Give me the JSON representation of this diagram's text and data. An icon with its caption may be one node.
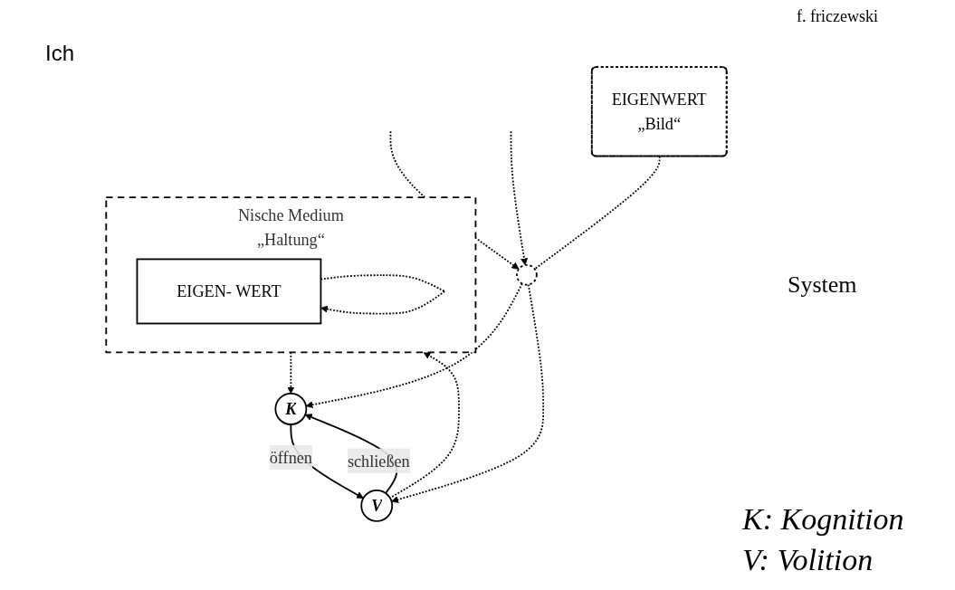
{
  "diagram": {
    "nodes": [
      {
        "text": [
          "Nische Medium",
          "„Haltung“"
        ]
      },
      {
        "text": [
          "EIGEN- WERT"
        ],
        "in": 0
      },
      {
        "text": [
          "K"
        ]
      },
      {
        "text": [
          "V"
        ]
      },
      {
        "text": [],
        "shape": "star"
      },
      {
        "text": [
          "EIGENWERT",
          "„Bild“"
        ]
      }
    ],
    "edges": [
      {
        "from": 0,
        "to": 2,
        "arrow": "to",
        "style": "dashed"
      },
      {
        "from": 3,
        "to": 0,
        "arrow": "to",
        "style": "dashed"
      },
      {
        "from": 2,
        "to": 3,
        "arrow": "to",
        "label": "öffnen"
      },
      {
        "from": 3,
        "to": 2,
        "arrow": "to",
        "label": "schließen"
      },
      {
        "from": 4,
        "to": 2,
        "arrow": "to",
        "style": "dashed"
      },
      {
        "from": 4,
        "to": 3,
        "arrow": "to",
        "style": "dashed"
      },
      {
        "from": null,
        "to": 4,
        "arrow": "to",
        "style": "dashed"
      },
      {
        "from": null,
        "to": 4,
        "arrow": "to",
        "style": "dashed"
      },
      {
        "from": 5,
        "to": 4,
        "arrow": "none",
        "style": "dashed"
      },
      {
        "from": 1,
        "to": 1,
        "arrow": "to",
        "style": "dashed"
      }
    ],
    "labels": [
      "f. friczewski",
      "Ich",
      "System",
      "K: Kognition",
      "V: Volition"
    ]
  }
}
